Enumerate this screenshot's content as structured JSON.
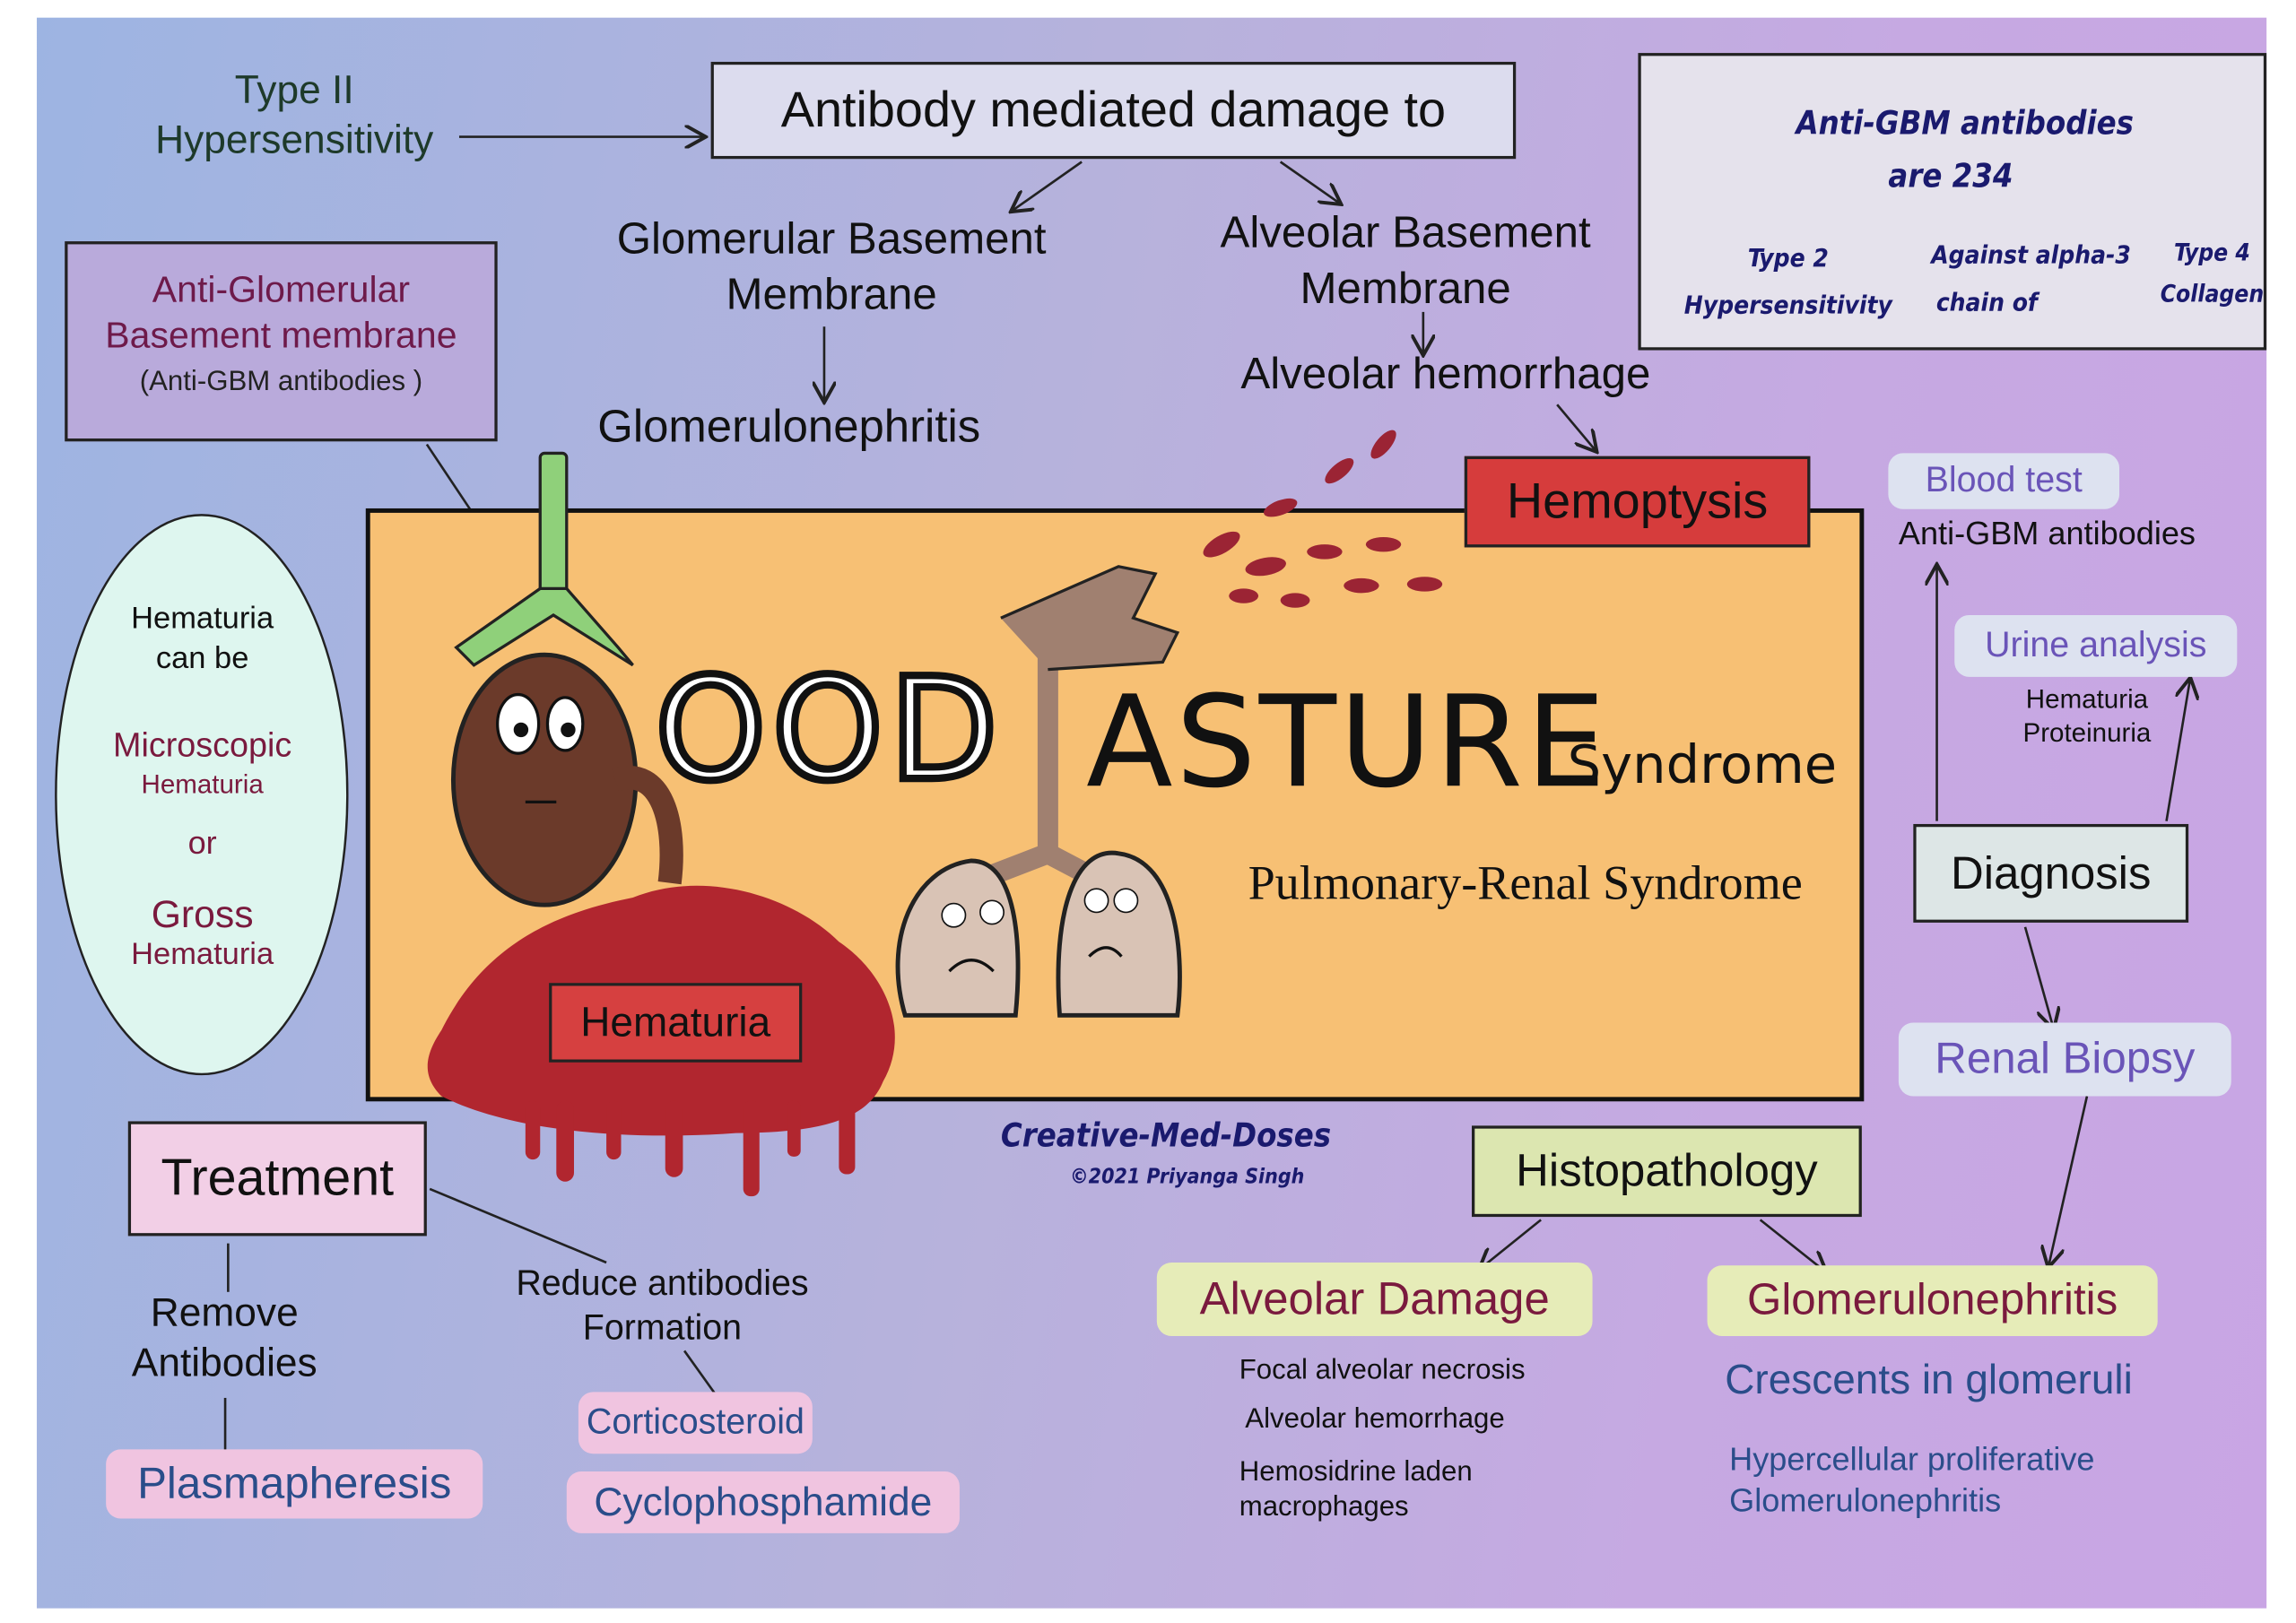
{
  "title": {
    "good": "OOD",
    "pasture": "ASTURE",
    "syndrome": "Syndrome",
    "subtitle": "Pulmonary-Renal Syndrome"
  },
  "mechanism": {
    "type2": "Type II Hypersensitivity",
    "damage_box": "Antibody mediated damage to",
    "gbm": "Glomerular Basement Membrane",
    "abm": "Alveolar Basement Membrane",
    "glomerulonephritis": "Glomerulonephritis",
    "alveolar_hemorrhage": "Alveolar hemorrhage"
  },
  "anti_gbm_box": {
    "line1": "Anti-Glomerular",
    "line2": "Basement membrane",
    "line3": "(Anti-GBM antibodies )"
  },
  "note_box": {
    "heading1": "Anti-GBM antibodies",
    "heading2": "are 234",
    "item2a": "Type 2",
    "item2b": "Hypersensitivity",
    "item3a": "Against alpha-3",
    "item3b": "chain of",
    "item4a": "Type 4",
    "item4b": "Collagen"
  },
  "hematuria_ellipse": {
    "intro1": "Hematuria",
    "intro2": "can be",
    "micro": "Microscopic",
    "micro_sub": "Hematuria",
    "or": "or",
    "gross": "Gross",
    "gross_sub": "Hematuria"
  },
  "labels": {
    "hemoptysis": "Hemoptysis",
    "hematuria": "Hematuria"
  },
  "diagnosis": {
    "blood_test": "Blood test",
    "blood_result": "Anti-GBM antibodies",
    "urine": "Urine analysis",
    "urine_r1": "Hematuria",
    "urine_r2": "Proteinuria",
    "diagnosis": "Diagnosis",
    "biopsy": "Renal Biopsy"
  },
  "histopathology": {
    "title": "Histopathology",
    "alveolar": "Alveolar Damage",
    "alv_items": [
      "Focal alveolar necrosis",
      "Alveolar hemorrhage",
      "Hemosidrine laden",
      "macrophages"
    ],
    "glom": "Glomerulonephritis",
    "crescents": "Crescents in glomeruli",
    "hyper1": "Hypercellular proliferative",
    "hyper2": "Glomerulonephritis"
  },
  "treatment": {
    "title": "Treatment",
    "remove1": "Remove",
    "remove2": "Antibodies",
    "plasma": "Plasmapheresis",
    "reduce1": "Reduce antibodies",
    "reduce2": "Formation",
    "cortico": "Corticosteroid",
    "cyclo": "Cyclophosphamide"
  },
  "credits": {
    "brand": "Creative-Med-Doses",
    "copyright": "©2021 Priyanga Singh"
  },
  "colors": {
    "orange": "#f7c074",
    "red": "#d63c3c",
    "maroon": "#7a1a3e",
    "navy": "#1a1a6e",
    "purple_text": "#6a54b8"
  }
}
